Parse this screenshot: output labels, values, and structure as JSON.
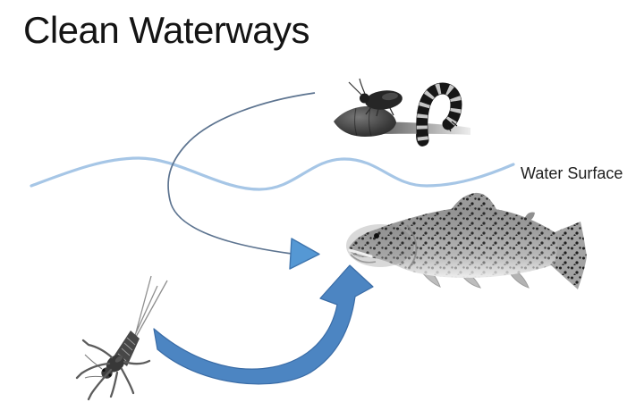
{
  "slide": {
    "title": "Clean Waterways",
    "water_surface_label": "Water Surface"
  },
  "figures": {
    "adult_insect": "adult-insect-on-twig-image",
    "fish": "trout-fish-image",
    "nymph": "aquatic-insect-nymph-image"
  },
  "colors": {
    "background": "#ffffff",
    "title_text": "#141414",
    "label_text": "#1e1e1e",
    "water_line": "#a6c6e6",
    "connector_line": "#5d7490",
    "connector_arrowhead_fill": "#5598d4",
    "connector_arrowhead_stroke": "#3f75ae",
    "block_arrow_fill": "#4c85c2",
    "block_arrow_stroke": "#3a6ca6"
  }
}
